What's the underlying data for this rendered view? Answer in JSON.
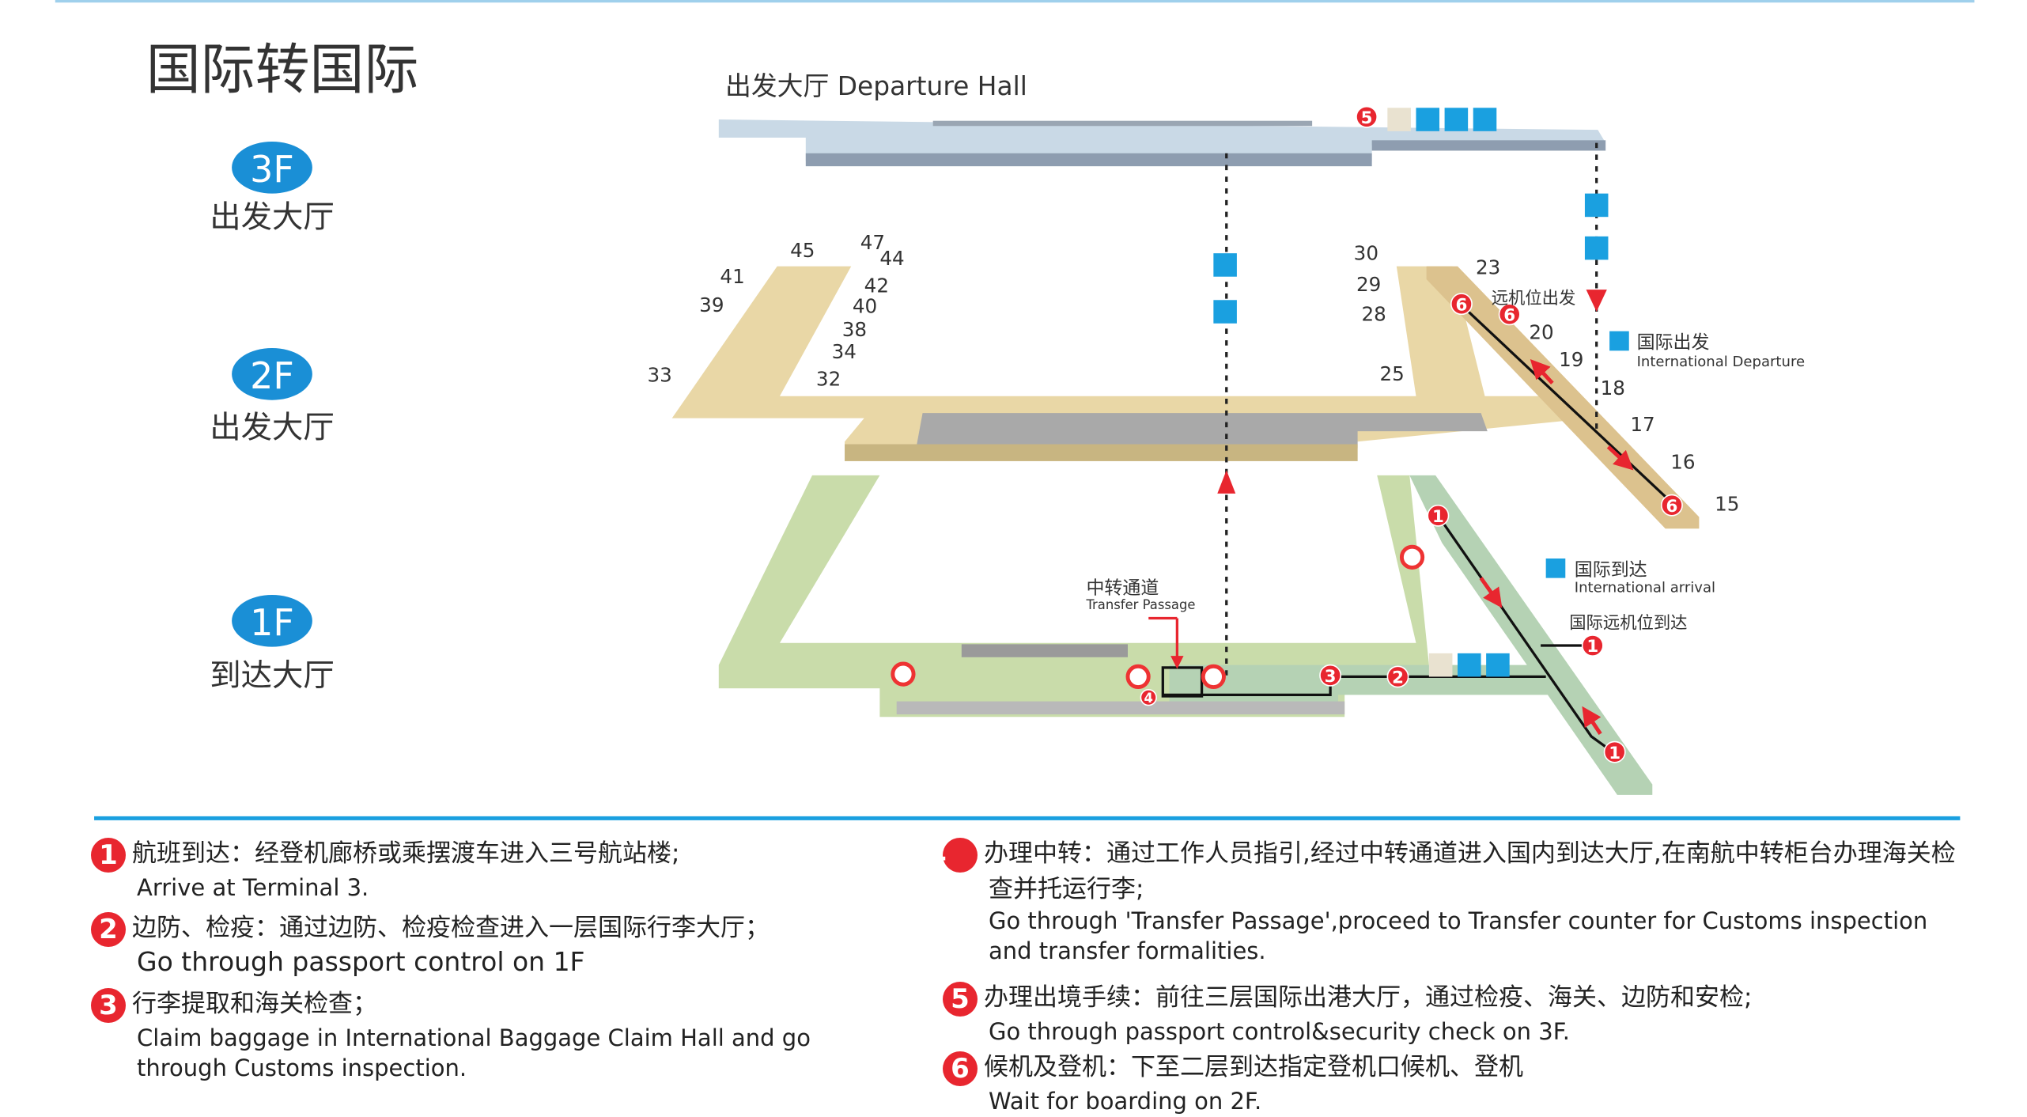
{
  "title": "国际转国际",
  "floors": [
    {
      "badge": "3F",
      "label": "出发大厅"
    },
    {
      "badge": "2F",
      "label": "出发大厅"
    },
    {
      "badge": "1F",
      "label": "到达大厅"
    }
  ],
  "departure_hall": "出发大厅 Departure  Hall",
  "gates_2f": [
    "45",
    "47",
    "44",
    "41",
    "42",
    "39",
    "40",
    "38",
    "34",
    "33",
    "32",
    "30",
    "23",
    "29",
    "28",
    "25",
    "20",
    "19",
    "18",
    "17",
    "16",
    "15"
  ],
  "labels": {
    "remote_departure": "远机位出发",
    "intl_departure_cn": "国际出发",
    "intl_departure_en": "International Departure",
    "intl_arrival_cn": "国际到达",
    "intl_arrival_en": "International arrival",
    "remote_arrival": "国际远机位到达",
    "transfer_cn": "中转通道",
    "transfer_en": "Transfer Passage"
  },
  "colors": {
    "accent_blue": "#1aa0e0",
    "step_red": "#e8262f",
    "f3": "#c9d9e6",
    "f2": "#e9d7a6",
    "f1": "#c9dcaa",
    "f1b": "#b5d2b4"
  },
  "steps": [
    {
      "n": "1",
      "cn": "航班到达：经登机廊桥或乘摆渡车进入三号航站楼;",
      "en": "Arrive at Terminal 3."
    },
    {
      "n": "2",
      "cn": "边防、检疫：通过边防、检疫检查进入一层国际行李大厅；",
      "en": "Go through passport control on 1F"
    },
    {
      "n": "3",
      "cn": "行李提取和海关检查；",
      "en": "Claim baggage in International Baggage Claim Hall and go through Customs inspection."
    },
    {
      "n": "4",
      "cn": "办理中转：通过工作人员指引,经过中转通道进入国内到达大厅,在南航中转柜台办理海关检查并托运行李;",
      "en": "Go through 'Transfer Passage',proceed to Transfer counter for Customs inspection  and transfer formalities."
    },
    {
      "n": "5",
      "cn": "办理出境手续：前往三层国际出港大厅，通过检疫、海关、边防和安检;",
      "en": "Go through passport control&security check on 3F."
    },
    {
      "n": "6",
      "cn": "候机及登机：下至二层到达指定登机口候机、登机",
      "en": "Wait for boarding on 2F."
    }
  ]
}
